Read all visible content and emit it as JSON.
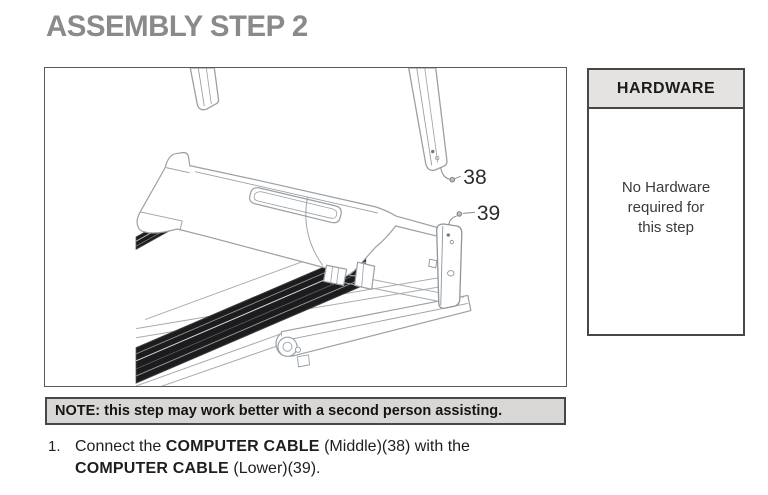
{
  "header": {
    "title": "ASSEMBLY STEP 2"
  },
  "diagram": {
    "callout_38": "38",
    "callout_39": "39"
  },
  "hardware_panel": {
    "title": "HARDWARE",
    "lines": [
      "No Hardware",
      "required for",
      "this step"
    ]
  },
  "note": {
    "text": "NOTE: this step may work better with a second person assisting."
  },
  "instruction": {
    "number": "1.",
    "seg1": "Connect the ",
    "seg2": "COMPUTER CABLE",
    "seg3": " (Middle)(38) with the",
    "seg4": "COMPUTER CABLE",
    "seg5": " (Lower)(39)."
  },
  "colors": {
    "title_gray": "#8a8a8a",
    "panel_header_bg": "#e4e3e1",
    "note_bg": "#d9d7d5",
    "box_border": "#474747",
    "line_art": "#9aa0a5",
    "rail_dark": "#1c1c1e"
  }
}
